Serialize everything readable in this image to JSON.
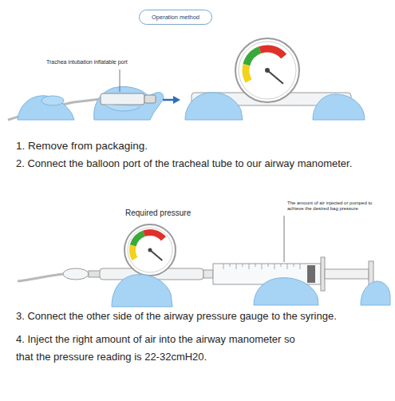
{
  "diagram": {
    "nodes": [
      {
        "text": [
          "Operation method"
        ]
      }
    ],
    "labels": [
      "Trachea intubation inflatable port",
      "1. Remove from packaging.",
      "2. Connect the balloon port of the tracheal tube to our airway manometer.",
      "Required pressure",
      "The amount of air injected or pumped to achieve the desired bag pressure",
      "3. Connect the other side of the airway pressure gauge to the syringe.",
      "4. Inject the right amount of air into the airway manometer so that the pressure reading is 22-32cmH20."
    ]
  }
}
